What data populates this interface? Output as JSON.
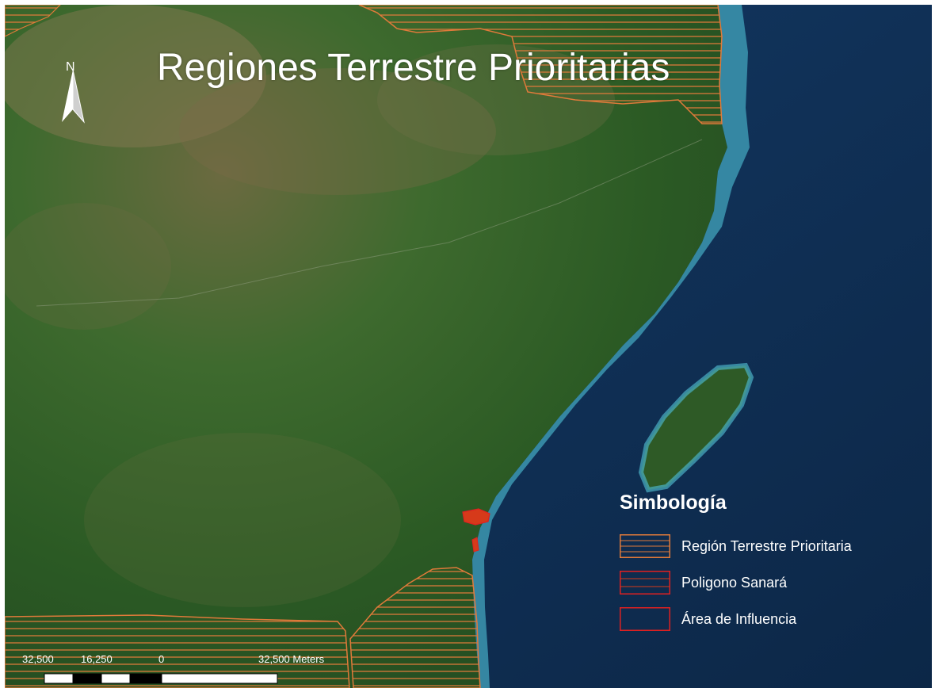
{
  "map": {
    "title": "Regiones Terrestre Prioritarias",
    "north_label": "N",
    "colors": {
      "land_green": "#2f5a28",
      "sea_deep": "#0d2a4d",
      "shallow_water": "#3fa0b8",
      "region_outline": "#e07a3a",
      "sanara_fill": "#d63a1a",
      "influence_outline": "#e02020"
    }
  },
  "legend": {
    "title": "Simbología",
    "items": [
      {
        "label": "Región Terrestre Prioritaria",
        "icon": "hatched-orange-swatch"
      },
      {
        "label": "Poligono Sanará",
        "icon": "red-filled-swatch"
      },
      {
        "label": "Área de Influencia",
        "icon": "red-outline-swatch"
      }
    ]
  },
  "scale_bar": {
    "labels": [
      "32,500",
      "16,250",
      "0",
      "32,500 Meters"
    ]
  }
}
